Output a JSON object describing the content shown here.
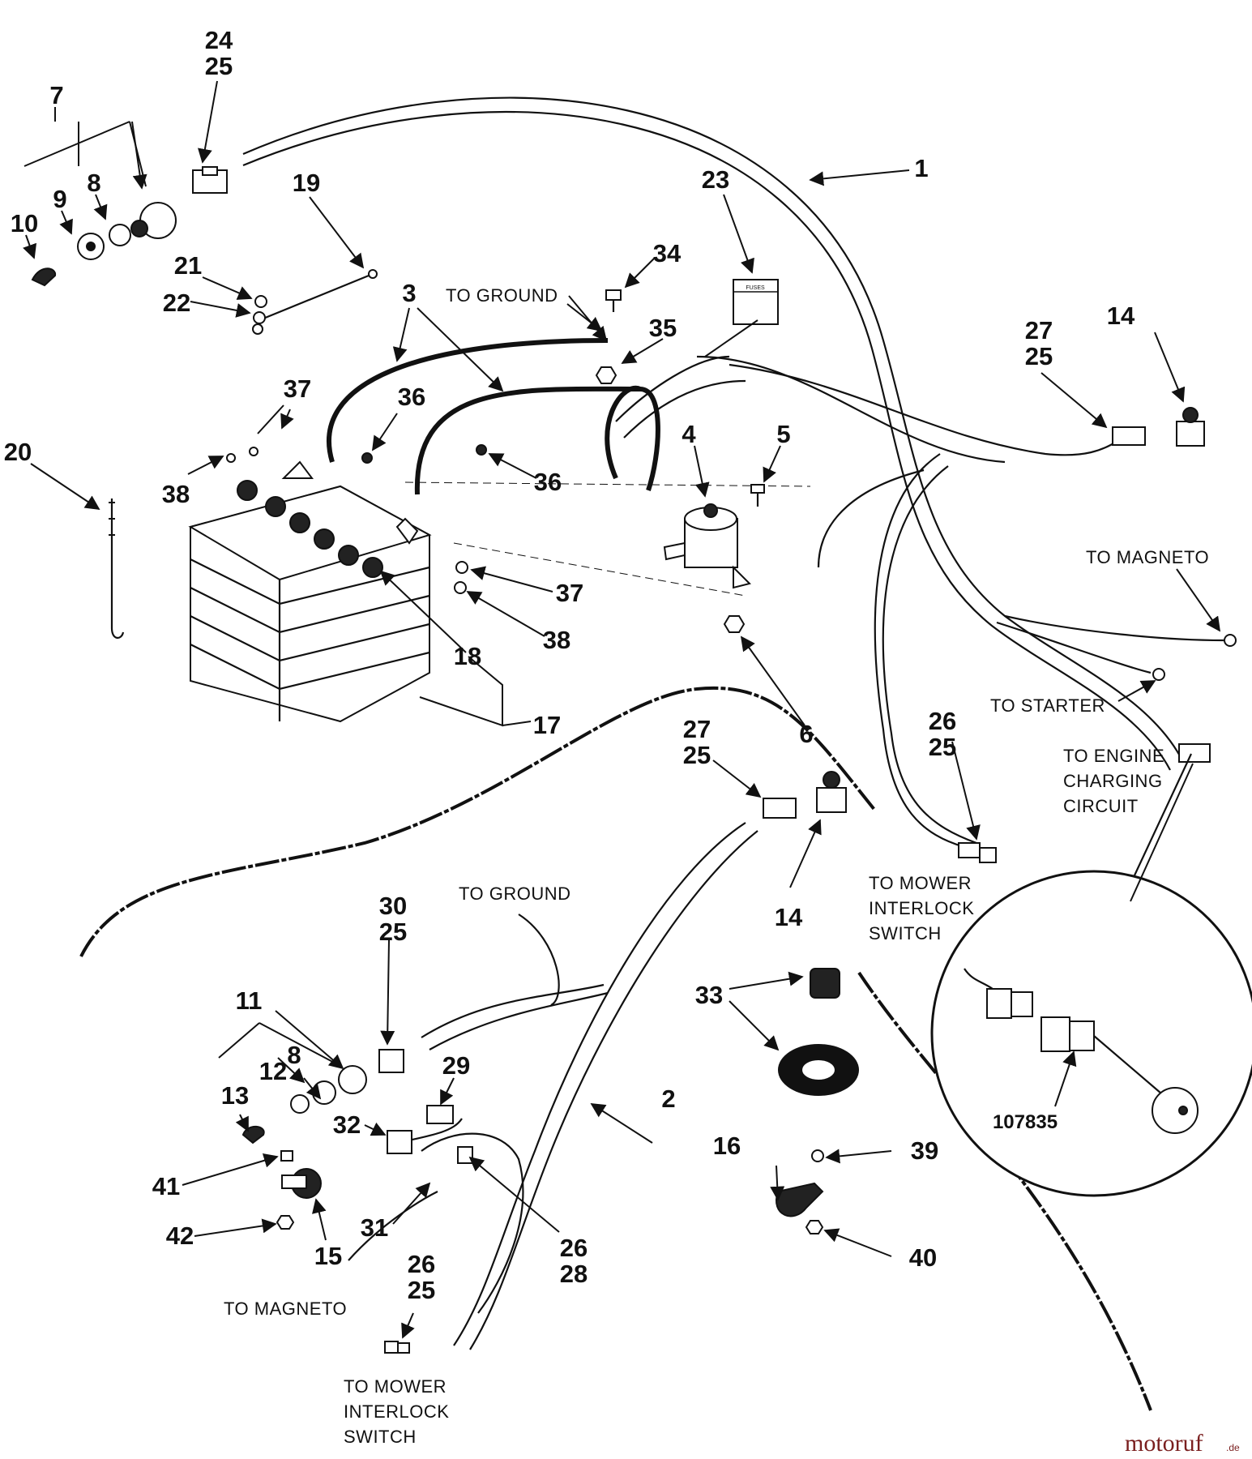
{
  "callouts": [
    {
      "id": "c-1",
      "lines": [
        "1"
      ]
    },
    {
      "id": "c-2",
      "lines": [
        "2"
      ]
    },
    {
      "id": "c-3",
      "lines": [
        "3"
      ]
    },
    {
      "id": "c-4",
      "lines": [
        "4"
      ]
    },
    {
      "id": "c-5",
      "lines": [
        "5"
      ]
    },
    {
      "id": "c-6",
      "lines": [
        "6"
      ]
    },
    {
      "id": "c-7",
      "lines": [
        "7"
      ]
    },
    {
      "id": "c-8a",
      "lines": [
        "8"
      ]
    },
    {
      "id": "c-8b",
      "lines": [
        "8"
      ]
    },
    {
      "id": "c-9",
      "lines": [
        "9"
      ]
    },
    {
      "id": "c-10",
      "lines": [
        "10"
      ]
    },
    {
      "id": "c-11",
      "lines": [
        "11"
      ]
    },
    {
      "id": "c-12",
      "lines": [
        "12"
      ]
    },
    {
      "id": "c-13",
      "lines": [
        "13"
      ]
    },
    {
      "id": "c-14a",
      "lines": [
        "14"
      ]
    },
    {
      "id": "c-14b",
      "lines": [
        "14"
      ]
    },
    {
      "id": "c-15",
      "lines": [
        "15"
      ]
    },
    {
      "id": "c-16",
      "lines": [
        "16"
      ]
    },
    {
      "id": "c-17",
      "lines": [
        "17"
      ]
    },
    {
      "id": "c-18",
      "lines": [
        "18"
      ]
    },
    {
      "id": "c-19",
      "lines": [
        "19"
      ]
    },
    {
      "id": "c-20",
      "lines": [
        "20"
      ]
    },
    {
      "id": "c-21",
      "lines": [
        "21"
      ]
    },
    {
      "id": "c-22",
      "lines": [
        "22"
      ]
    },
    {
      "id": "c-23",
      "lines": [
        "23"
      ]
    },
    {
      "id": "c-24-25",
      "lines": [
        "24",
        "25"
      ]
    },
    {
      "id": "c-27-25a",
      "lines": [
        "27",
        "25"
      ]
    },
    {
      "id": "c-27-25b",
      "lines": [
        "27",
        "25"
      ]
    },
    {
      "id": "c-26-25a",
      "lines": [
        "26",
        "25"
      ]
    },
    {
      "id": "c-26-25b",
      "lines": [
        "26",
        "25"
      ]
    },
    {
      "id": "c-26-28",
      "lines": [
        "26",
        "28"
      ]
    },
    {
      "id": "c-29",
      "lines": [
        "29"
      ]
    },
    {
      "id": "c-30-25",
      "lines": [
        "30",
        "25"
      ]
    },
    {
      "id": "c-31",
      "lines": [
        "31"
      ]
    },
    {
      "id": "c-32",
      "lines": [
        "32"
      ]
    },
    {
      "id": "c-33",
      "lines": [
        "33"
      ]
    },
    {
      "id": "c-34",
      "lines": [
        "34"
      ]
    },
    {
      "id": "c-35",
      "lines": [
        "35"
      ]
    },
    {
      "id": "c-36a",
      "lines": [
        "36"
      ]
    },
    {
      "id": "c-36b",
      "lines": [
        "36"
      ]
    },
    {
      "id": "c-37a",
      "lines": [
        "37"
      ]
    },
    {
      "id": "c-37b",
      "lines": [
        "37"
      ]
    },
    {
      "id": "c-38a",
      "lines": [
        "38"
      ]
    },
    {
      "id": "c-38b",
      "lines": [
        "38"
      ]
    },
    {
      "id": "c-39",
      "lines": [
        "39"
      ]
    },
    {
      "id": "c-40",
      "lines": [
        "40"
      ]
    },
    {
      "id": "c-41",
      "lines": [
        "41"
      ]
    },
    {
      "id": "c-42",
      "lines": [
        "42"
      ]
    },
    {
      "id": "c-107835",
      "lines": [
        "107835"
      ]
    }
  ],
  "annotations": [
    {
      "id": "a-ground-top",
      "lines": [
        "TO GROUND"
      ]
    },
    {
      "id": "a-magneto-right",
      "lines": [
        "TO MAGNETO"
      ]
    },
    {
      "id": "a-starter",
      "lines": [
        "TO STARTER"
      ]
    },
    {
      "id": "a-charging",
      "lines": [
        "TO ENGINE",
        "CHARGING",
        "CIRCUIT"
      ]
    },
    {
      "id": "a-mower-right",
      "lines": [
        "TO MOWER",
        "INTERLOCK",
        "SWITCH"
      ]
    },
    {
      "id": "a-ground-bottom",
      "lines": [
        "TO GROUND"
      ]
    },
    {
      "id": "a-magneto-bottom",
      "lines": [
        "TO MAGNETO"
      ]
    },
    {
      "id": "a-mower-bottom",
      "lines": [
        "TO MOWER",
        "INTERLOCK",
        "SWITCH"
      ]
    }
  ],
  "part_text": {
    "fuses": "FUSES"
  },
  "watermark": {
    "brand": "motoruf",
    "tld": ".de"
  }
}
